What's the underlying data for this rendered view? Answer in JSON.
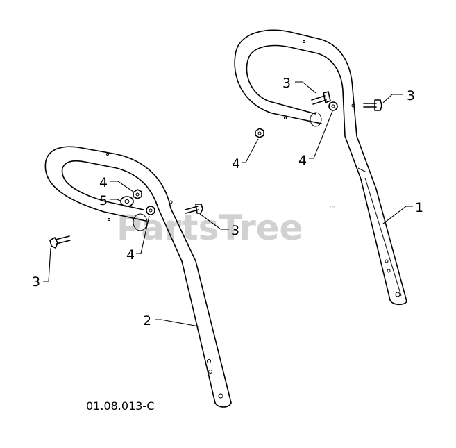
{
  "watermark": {
    "text": "PartsTree",
    "trademark": "™"
  },
  "diagram_code": "01.08.013-C",
  "callouts": {
    "part_1": "1",
    "part_2": "2",
    "part_3": "3",
    "part_4": "4",
    "part_5": "5"
  }
}
